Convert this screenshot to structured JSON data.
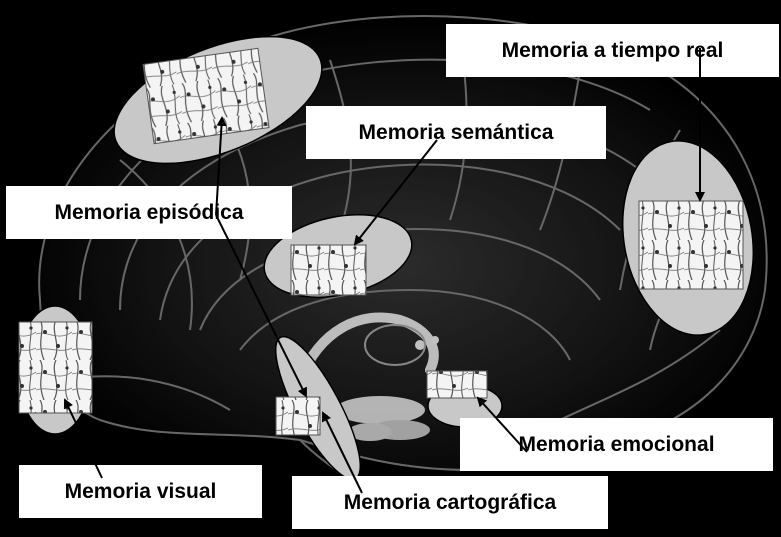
{
  "labels": {
    "real_time": "Memoria a tiempo real",
    "semantic": "Memoria semántica",
    "episodic": "Memoria episódica",
    "visual": "Memoria visual",
    "emotional": "Memoria emocional",
    "cartographic": "Memoria cartográfica"
  },
  "colors": {
    "background": "#000000",
    "brain_lines": "#8a8a8a",
    "region_fill": "#c8c8c8",
    "label_bg": "#ffffff",
    "text": "#000000"
  },
  "icons": {
    "neuron_tile": "neuron-network-icon"
  }
}
